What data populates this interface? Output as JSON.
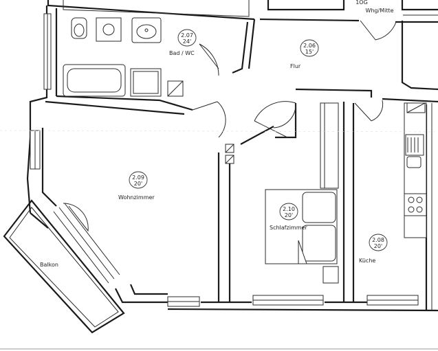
{
  "floor_plan": {
    "landing": {
      "line1": "1OG",
      "line2": "Whg/Mitte"
    },
    "rooms": [
      {
        "id": "bad",
        "number": "2.07",
        "area": "24'",
        "name": "Bad / WC"
      },
      {
        "id": "flur",
        "number": "2.06",
        "area": "15'",
        "name": "Flur"
      },
      {
        "id": "wohnzimmer",
        "number": "2.09",
        "area": "20'",
        "name": "Wohnzimmer"
      },
      {
        "id": "schlafzimmer",
        "number": "2.10",
        "area": "20'",
        "name": "Schlafzimmer"
      },
      {
        "id": "kueche",
        "number": "2.08",
        "area": "20'",
        "name": "Küche"
      }
    ],
    "balcony": {
      "name": "Balkon"
    }
  },
  "colors": {
    "line": "#1a1a1a",
    "paper": "#ffffff"
  }
}
